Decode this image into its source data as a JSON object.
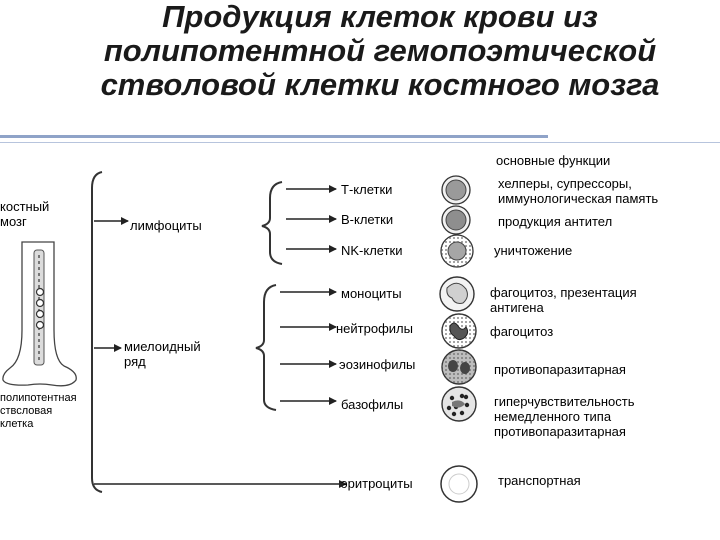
{
  "title": {
    "line1": "Продукция клеток крови из",
    "line2": "полипотентной гемопоэтической",
    "line3": "стволовой клетки костного мозга"
  },
  "left": {
    "marrow_line1": "костный",
    "marrow_line2": "мозг",
    "stem_line1": "полипотентная",
    "stem_line2": "ствсловая",
    "stem_line3": "клетка"
  },
  "groups": {
    "lymphocytes": "лимфоциты",
    "myeloid_line1": "миелоидный",
    "myeloid_line2": "ряд"
  },
  "functions_header": "основные функции",
  "cells": [
    {
      "name": "Т-клетки",
      "function_line1": "хелперы, супрессоры,",
      "function_line2": "иммунологическая память"
    },
    {
      "name": "В-клетки",
      "function_line1": "продукция антител"
    },
    {
      "name": "NK-клетки",
      "function_line1": "уничтожение"
    },
    {
      "name": "моноциты",
      "function_line1": "фагоцитоз, презентация",
      "function_line2": "антигена"
    },
    {
      "name": "нейтрофилы",
      "function_line1": "фагоцитоз"
    },
    {
      "name": "эозинофилы",
      "function_line1": "противопаразитарная"
    },
    {
      "name": "базофилы",
      "function_line1": "гиперчувствительность",
      "function_line2": "немедленного типа",
      "function_line3": "противопаразитарная"
    },
    {
      "name": "эритроциты",
      "function_line1": "транспортная"
    }
  ]
}
